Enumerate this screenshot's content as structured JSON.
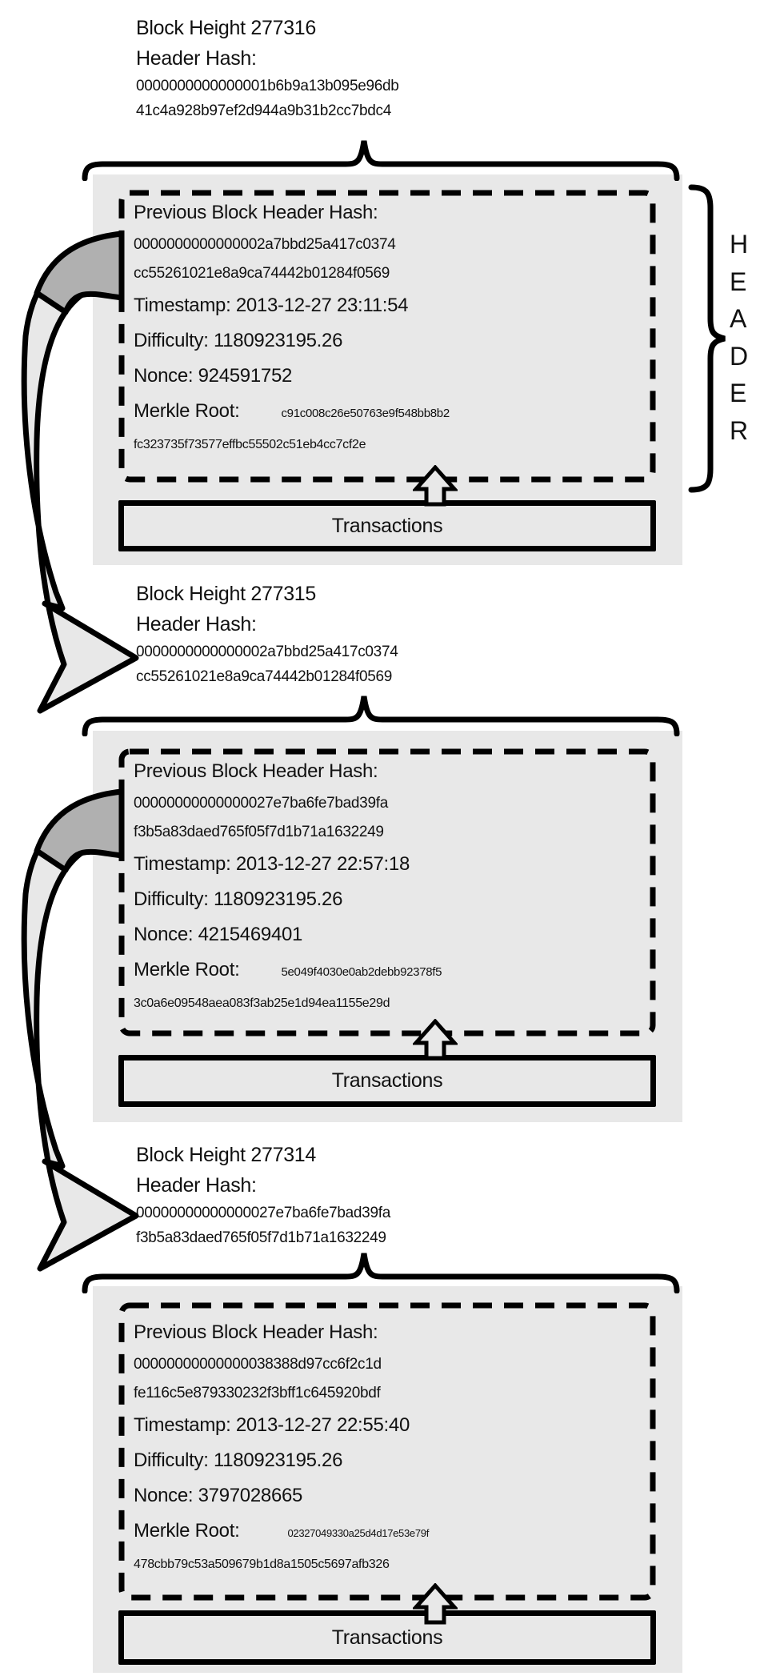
{
  "figure": {
    "labels": [
      {
        "height_line": "Block Height 277316",
        "hash_label": "Header Hash:",
        "hash_line1": "0000000000000001b6b9a13b095e96db",
        "hash_line2": "41c4a928b97ef2d944a9b31b2cc7bdc4"
      },
      {
        "height_line": "Block Height 277315",
        "hash_label": "Header Hash:",
        "hash_line1": "0000000000000002a7bbd25a417c0374",
        "hash_line2": "cc55261021e8a9ca74442b01284f0569"
      },
      {
        "height_line": "Block Height 277314",
        "hash_label": "Header Hash:",
        "hash_line1": "00000000000000027e7ba6fe7bad39fa",
        "hash_line2": "f3b5a83daed765f05f7d1b71a1632249"
      }
    ],
    "blocks": [
      {
        "prev_hash_label": "Previous Block Header Hash:",
        "prev_hash_line1": "0000000000000002a7bbd25a417c0374",
        "prev_hash_line2": "cc55261021e8a9ca74442b01284f0569",
        "timestamp": "Timestamp: 2013-12-27 23:11:54",
        "difficulty": "Difficulty: 1180923195.26",
        "nonce": "Nonce: 924591752",
        "merkle_label": "Merkle Root:",
        "merkle_line1": "c91c008c26e50763e9f548bb8b2",
        "merkle_line2": "fc323735f73577effbc55502c51eb4cc7cf2e",
        "transactions_label": "Transactions"
      },
      {
        "prev_hash_label": "Previous Block Header Hash:",
        "prev_hash_line1": "00000000000000027e7ba6fe7bad39fa",
        "prev_hash_line2": "f3b5a83daed765f05f7d1b71a1632249",
        "timestamp": "Timestamp: 2013-12-27 22:57:18",
        "difficulty": "Difficulty: 1180923195.26",
        "nonce": "Nonce: 4215469401",
        "merkle_label": "Merkle Root:",
        "merkle_line1": "5e049f4030e0ab2debb92378f5",
        "merkle_line2": "3c0a6e09548aea083f3ab25e1d94ea1155e29d",
        "transactions_label": "Transactions"
      },
      {
        "prev_hash_label": "Previous Block Header Hash:",
        "prev_hash_line1": "00000000000000038388d97cc6f2c1d",
        "prev_hash_line2": "fe116c5e879330232f3bff1c645920bdf",
        "timestamp": "Timestamp: 2013-12-27 22:55:40",
        "difficulty": "Difficulty: 1180923195.26",
        "nonce": "Nonce: 3797028665",
        "merkle_label": "Merkle Root:",
        "merkle_line1": "02327049330a25d4d17e53e79f",
        "merkle_line2": "478cbb79c53a509679b1d8a1505c5697afb326",
        "transactions_label": "Transactions"
      }
    ],
    "header_side_label": {
      "letters": [
        "H",
        "E",
        "A",
        "D",
        "E",
        "R"
      ]
    },
    "colors": {
      "block_bg": "#e8e8e8",
      "outline": "#000000",
      "arrow_dark": "#b0b0b0",
      "arrow_light": "#e8e8e8"
    }
  }
}
